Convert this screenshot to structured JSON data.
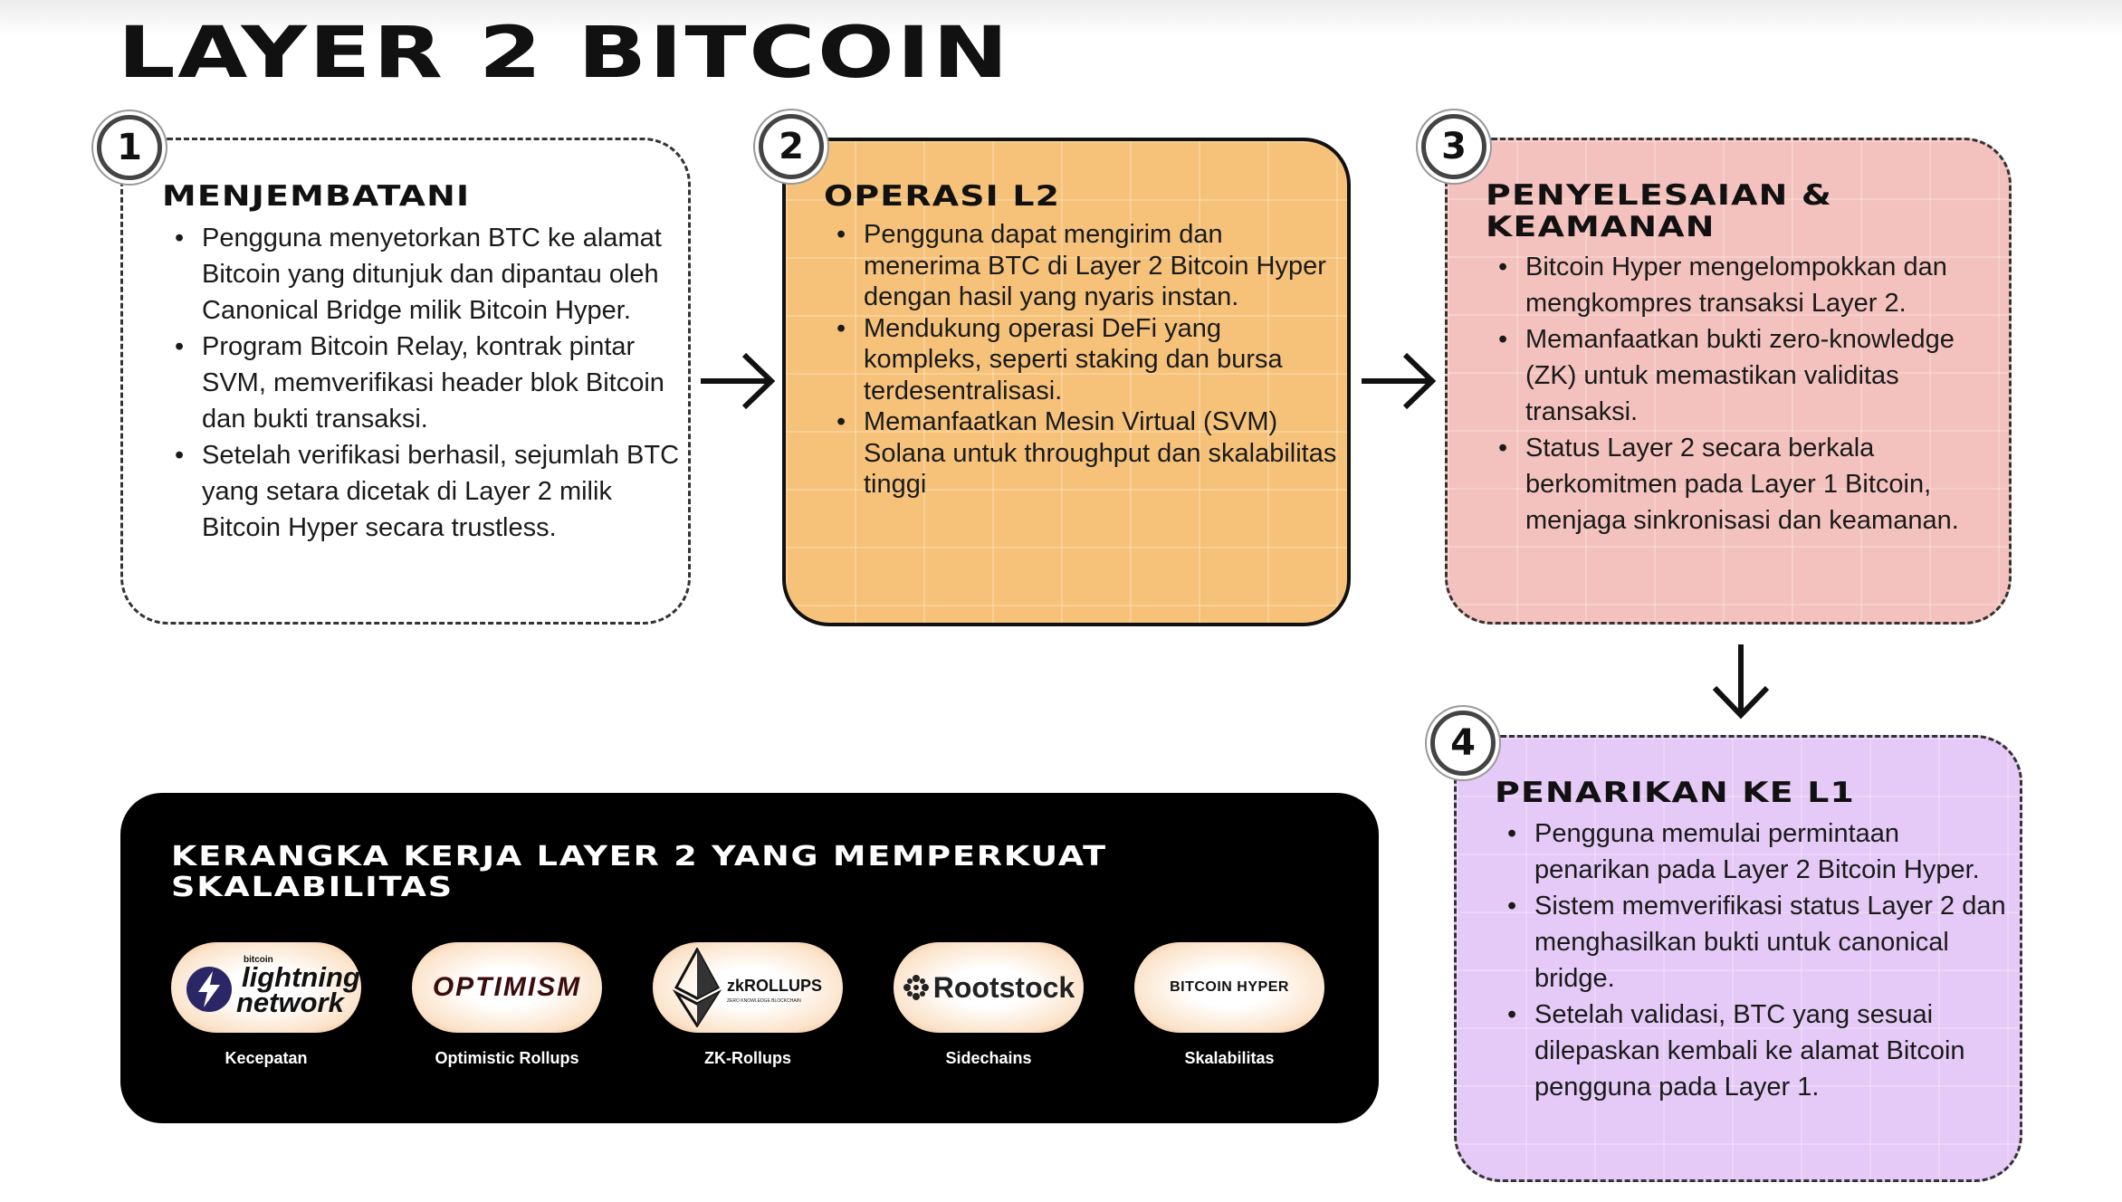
{
  "title": "LAYER 2 BITCOIN",
  "steps": [
    {
      "number": "1",
      "title": "MENJEMBATANI",
      "bullets": [
        "Pengguna menyetorkan BTC ke alamat Bitcoin yang ditunjuk dan dipantau oleh Canonical Bridge milik Bitcoin Hyper.",
        "Program Bitcoin Relay, kontrak pintar SVM, memverifikasi header blok Bitcoin dan bukti transaksi.",
        "Setelah verifikasi berhasil, sejumlah BTC yang setara dicetak di Layer 2 milik Bitcoin Hyper secara trustless."
      ]
    },
    {
      "number": "2",
      "title": "OPERASI L2",
      "bullets": [
        "Pengguna dapat mengirim dan menerima BTC di Layer 2 Bitcoin Hyper dengan hasil yang nyaris instan.",
        "Mendukung operasi DeFi yang kompleks, seperti staking dan bursa terdesentralisasi.",
        "Memanfaatkan Mesin Virtual (SVM) Solana untuk throughput dan skalabilitas tinggi"
      ]
    },
    {
      "number": "3",
      "title_line1": "PENYELESAIAN &",
      "title_line2": "KEAMANAN",
      "bullets": [
        "Bitcoin Hyper mengelompokkan dan mengkompres transaksi Layer 2.",
        "Memanfaatkan bukti zero-knowledge (ZK) untuk memastikan validitas transaksi.",
        "Status Layer 2 secara berkala berkomitmen pada Layer 1 Bitcoin, menjaga sinkronisasi dan keamanan."
      ]
    },
    {
      "number": "4",
      "title": "PENARIKAN KE L1",
      "bullets": [
        "Pengguna memulai permintaan penarikan pada Layer 2 Bitcoin Hyper.",
        "Sistem memverifikasi status Layer 2 dan menghasilkan bukti untuk canonical bridge.",
        "Setelah validasi, BTC yang sesuai dilepaskan kembali ke alamat Bitcoin pengguna pada Layer 1."
      ]
    }
  ],
  "framework": {
    "title_line1": "KERANGKA KERJA LAYER 2 YANG MEMPERKUAT",
    "title_line2": "SKALABILITAS",
    "items": [
      {
        "logo_small": "bitcoin",
        "logo_line1": "lightning",
        "logo_line2": "network",
        "caption": "Kecepatan"
      },
      {
        "logo": "OPTIMISM",
        "caption": "Optimistic Rollups"
      },
      {
        "logo": "zkROLLUPS",
        "logo_sub": "ZERO KNOWLEDGE BLOCKCHAIN",
        "caption": "ZK-Rollups"
      },
      {
        "logo": "Rootstock",
        "caption": "Sidechains"
      },
      {
        "logo": "BITCOIN HYPER",
        "caption": "Skalabilitas"
      }
    ]
  },
  "colors": {
    "step1_bg": "#ffffff",
    "step2_bg": "#f6c27a",
    "step3_bg": "#f4c2be",
    "step4_bg": "#e5c9f6",
    "framework_bg": "#000000",
    "optimism_red": "#e3132a"
  }
}
